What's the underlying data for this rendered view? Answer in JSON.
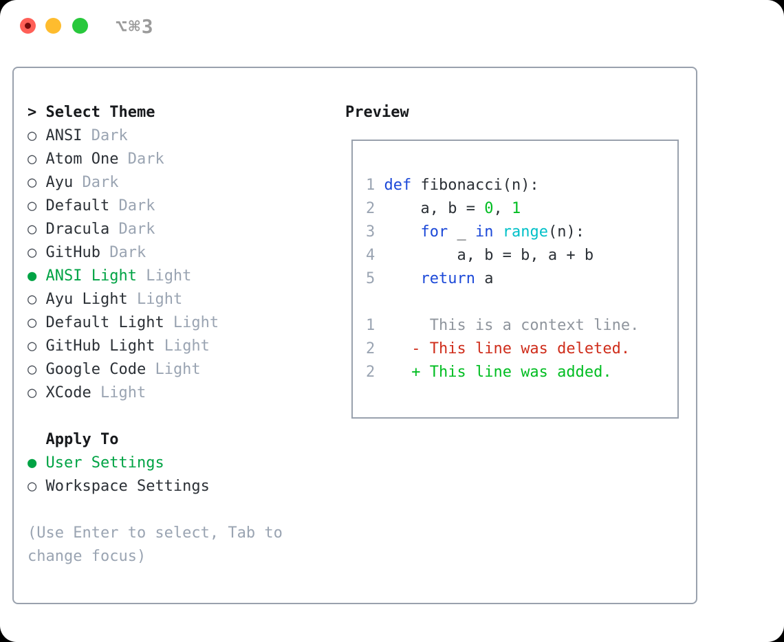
{
  "window": {
    "title": "⌥⌘3",
    "traffic_lights": [
      "close",
      "minimize",
      "zoom"
    ]
  },
  "left": {
    "header": {
      "marker": ">",
      "label": "Select Theme"
    },
    "themes": [
      {
        "name": "ANSI",
        "variant": "Dark",
        "selected": false
      },
      {
        "name": "Atom One",
        "variant": "Dark",
        "selected": false
      },
      {
        "name": "Ayu",
        "variant": "Dark",
        "selected": false
      },
      {
        "name": "Default",
        "variant": "Dark",
        "selected": false
      },
      {
        "name": "Dracula",
        "variant": "Dark",
        "selected": false
      },
      {
        "name": "GitHub",
        "variant": "Dark",
        "selected": false
      },
      {
        "name": "ANSI Light",
        "variant": "Light",
        "selected": true
      },
      {
        "name": "Ayu Light",
        "variant": "Light",
        "selected": false
      },
      {
        "name": "Default Light",
        "variant": "Light",
        "selected": false
      },
      {
        "name": "GitHub Light",
        "variant": "Light",
        "selected": false
      },
      {
        "name": "Google Code",
        "variant": "Light",
        "selected": false
      },
      {
        "name": "XCode",
        "variant": "Light",
        "selected": false
      }
    ],
    "apply_to": {
      "label": "Apply To",
      "options": [
        {
          "name": "User Settings",
          "selected": true
        },
        {
          "name": "Workspace Settings",
          "selected": false
        }
      ]
    },
    "help_lines": [
      "(Use Enter to select, Tab to",
      "change focus)"
    ],
    "markers": {
      "selected": "●",
      "unselected": "○"
    }
  },
  "preview": {
    "title": "Preview",
    "code_lines": [
      {
        "num": "1",
        "segments": [
          {
            "t": "def",
            "c": "kw"
          },
          {
            "t": " fibonacci(n):",
            "c": "fg"
          }
        ]
      },
      {
        "num": "2",
        "segments": [
          {
            "t": "    a, b = ",
            "c": "fg"
          },
          {
            "t": "0",
            "c": "num"
          },
          {
            "t": ", ",
            "c": "fg"
          },
          {
            "t": "1",
            "c": "num"
          }
        ]
      },
      {
        "num": "3",
        "segments": [
          {
            "t": "    ",
            "c": "fg"
          },
          {
            "t": "for",
            "c": "kw"
          },
          {
            "t": " _ ",
            "c": "fg"
          },
          {
            "t": "in",
            "c": "kw"
          },
          {
            "t": " ",
            "c": "fg"
          },
          {
            "t": "range",
            "c": "fn"
          },
          {
            "t": "(n):",
            "c": "fg"
          }
        ]
      },
      {
        "num": "4",
        "segments": [
          {
            "t": "        a, b = b, a + b",
            "c": "fg"
          }
        ]
      },
      {
        "num": "5",
        "segments": [
          {
            "t": "    ",
            "c": "fg"
          },
          {
            "t": "return",
            "c": "kw"
          },
          {
            "t": " a",
            "c": "fg"
          }
        ]
      }
    ],
    "diff_lines": [
      {
        "num": "1",
        "segments": [
          {
            "t": "     This is a context line.",
            "c": "ctx"
          }
        ]
      },
      {
        "num": "2",
        "segments": [
          {
            "t": "   ",
            "c": "fg"
          },
          {
            "t": "- This line was deleted.",
            "c": "del"
          }
        ]
      },
      {
        "num": "2",
        "segments": [
          {
            "t": "   ",
            "c": "fg"
          },
          {
            "t": "+ This line was added.",
            "c": "add"
          }
        ]
      }
    ]
  },
  "colors": {
    "fg": "#2b3036",
    "hdr": "#17191c",
    "muted": "#9aa4b2",
    "ctx_gray": "#8f959d",
    "marker_gray": "#474d56",
    "green": "#00a344",
    "code_green": "#00bd21",
    "red": "#cf2d1b",
    "blue": "#1c49d8",
    "cyan": "#00c0c8",
    "border_gray": "#99a1ad",
    "title_gray": "#9b9b9b",
    "tl_red": "#ff5f57",
    "tl_red_dot": "#750b0c",
    "tl_yellow": "#febc2e",
    "tl_green": "#28c83c"
  }
}
